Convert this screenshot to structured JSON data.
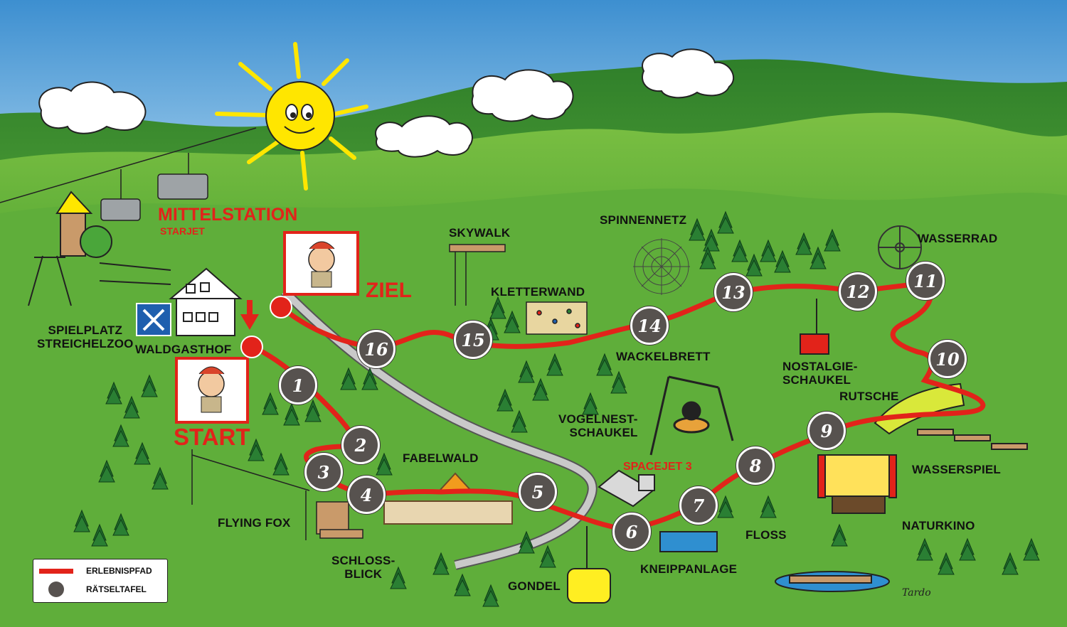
{
  "labels": {
    "mittelstation": "MITTELSTATION",
    "starjet": "STARJET",
    "ziel": "ZIEL",
    "start": "START",
    "spielplatz": "SPIELPLATZ",
    "streichelzoo": "STREICHELZOO",
    "waldgasthof": "WALDGASTHOF",
    "skywalk": "SKYWALK",
    "spinnennetz": "SPINNENNETZ",
    "wasserrad": "WASSERRAD",
    "kletterwand": "KLETTERWAND",
    "wackelbrett": "WACKELBRETT",
    "nostalgie_1": "NOSTALGIE-",
    "nostalgie_2": "SCHAUKEL",
    "rutsche": "RUTSCHE",
    "vogelnest_1": "VOGELNEST-",
    "vogelnest_2": "SCHAUKEL",
    "spacejet": "SPACEJET 3",
    "fabelwald": "FABELWALD",
    "wasserspiel": "WASSERSPIEL",
    "naturkino": "NATURKINO",
    "flying_fox": "FLYING FOX",
    "floss": "FLOSS",
    "schlossblick_1": "SCHLOSS-",
    "schlossblick_2": "BLICK",
    "gondel": "GONDEL",
    "kneippanlage": "KNEIPPANLAGE"
  },
  "stations": [
    "1",
    "2",
    "3",
    "4",
    "5",
    "6",
    "7",
    "8",
    "9",
    "10",
    "11",
    "12",
    "13",
    "14",
    "15",
    "16"
  ],
  "legend": {
    "path_label": "ERLEBNISPFAD",
    "marker_label": "RÄTSELTAFEL"
  },
  "colors": {
    "path": "#e2231a",
    "marker": "#57524f",
    "sky": "#4f9bd6",
    "grass": "#5fae3a",
    "hills": "#3f8f2c",
    "sun": "#ffe600"
  },
  "signature": "Tardo"
}
